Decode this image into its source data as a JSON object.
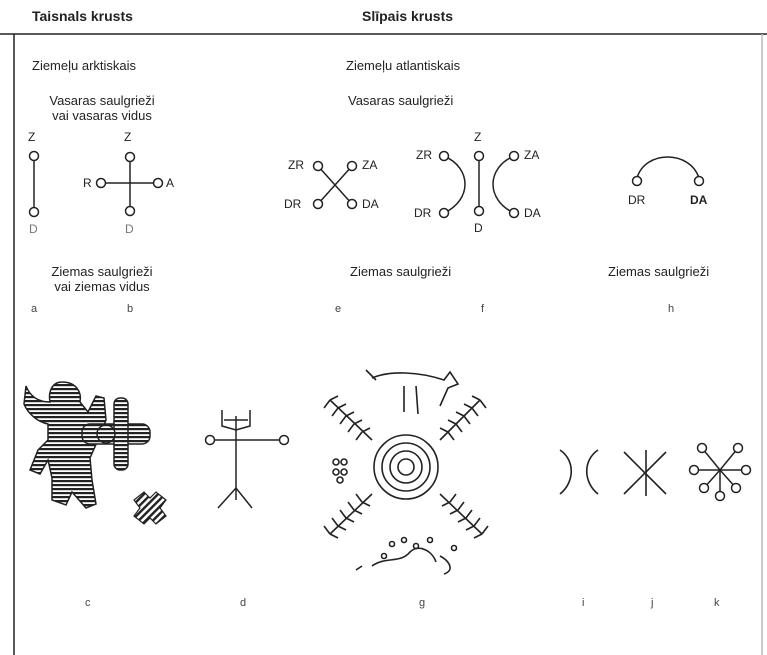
{
  "headers": {
    "left": "Taisnals krusts",
    "right": "Slīpais krusts"
  },
  "regions": {
    "left": "Ziemeļu arktiskais",
    "right": "Ziemeļu atlantiskais"
  },
  "summer": {
    "left_line1": "Vasaras saulgrieži",
    "left_line2": "vai vasaras vidus",
    "right": "Vasaras saulgrieži"
  },
  "winter": {
    "left_line1": "Ziemas saulgrieži",
    "left_line2": "vai ziemas vidus",
    "middle": "Ziemas saulgrieži",
    "right": "Ziemas saulgrieži"
  },
  "dirs": {
    "z": "Z",
    "d": "D",
    "r": "R",
    "a": "A",
    "zr": "ZR",
    "za": "ZA",
    "dr": "DR",
    "da": "DA"
  },
  "letters": {
    "a": "a",
    "b": "b",
    "c": "c",
    "d": "d",
    "e": "e",
    "f": "f",
    "g": "g",
    "h": "h",
    "i": "i",
    "j": "j",
    "k": "k"
  }
}
